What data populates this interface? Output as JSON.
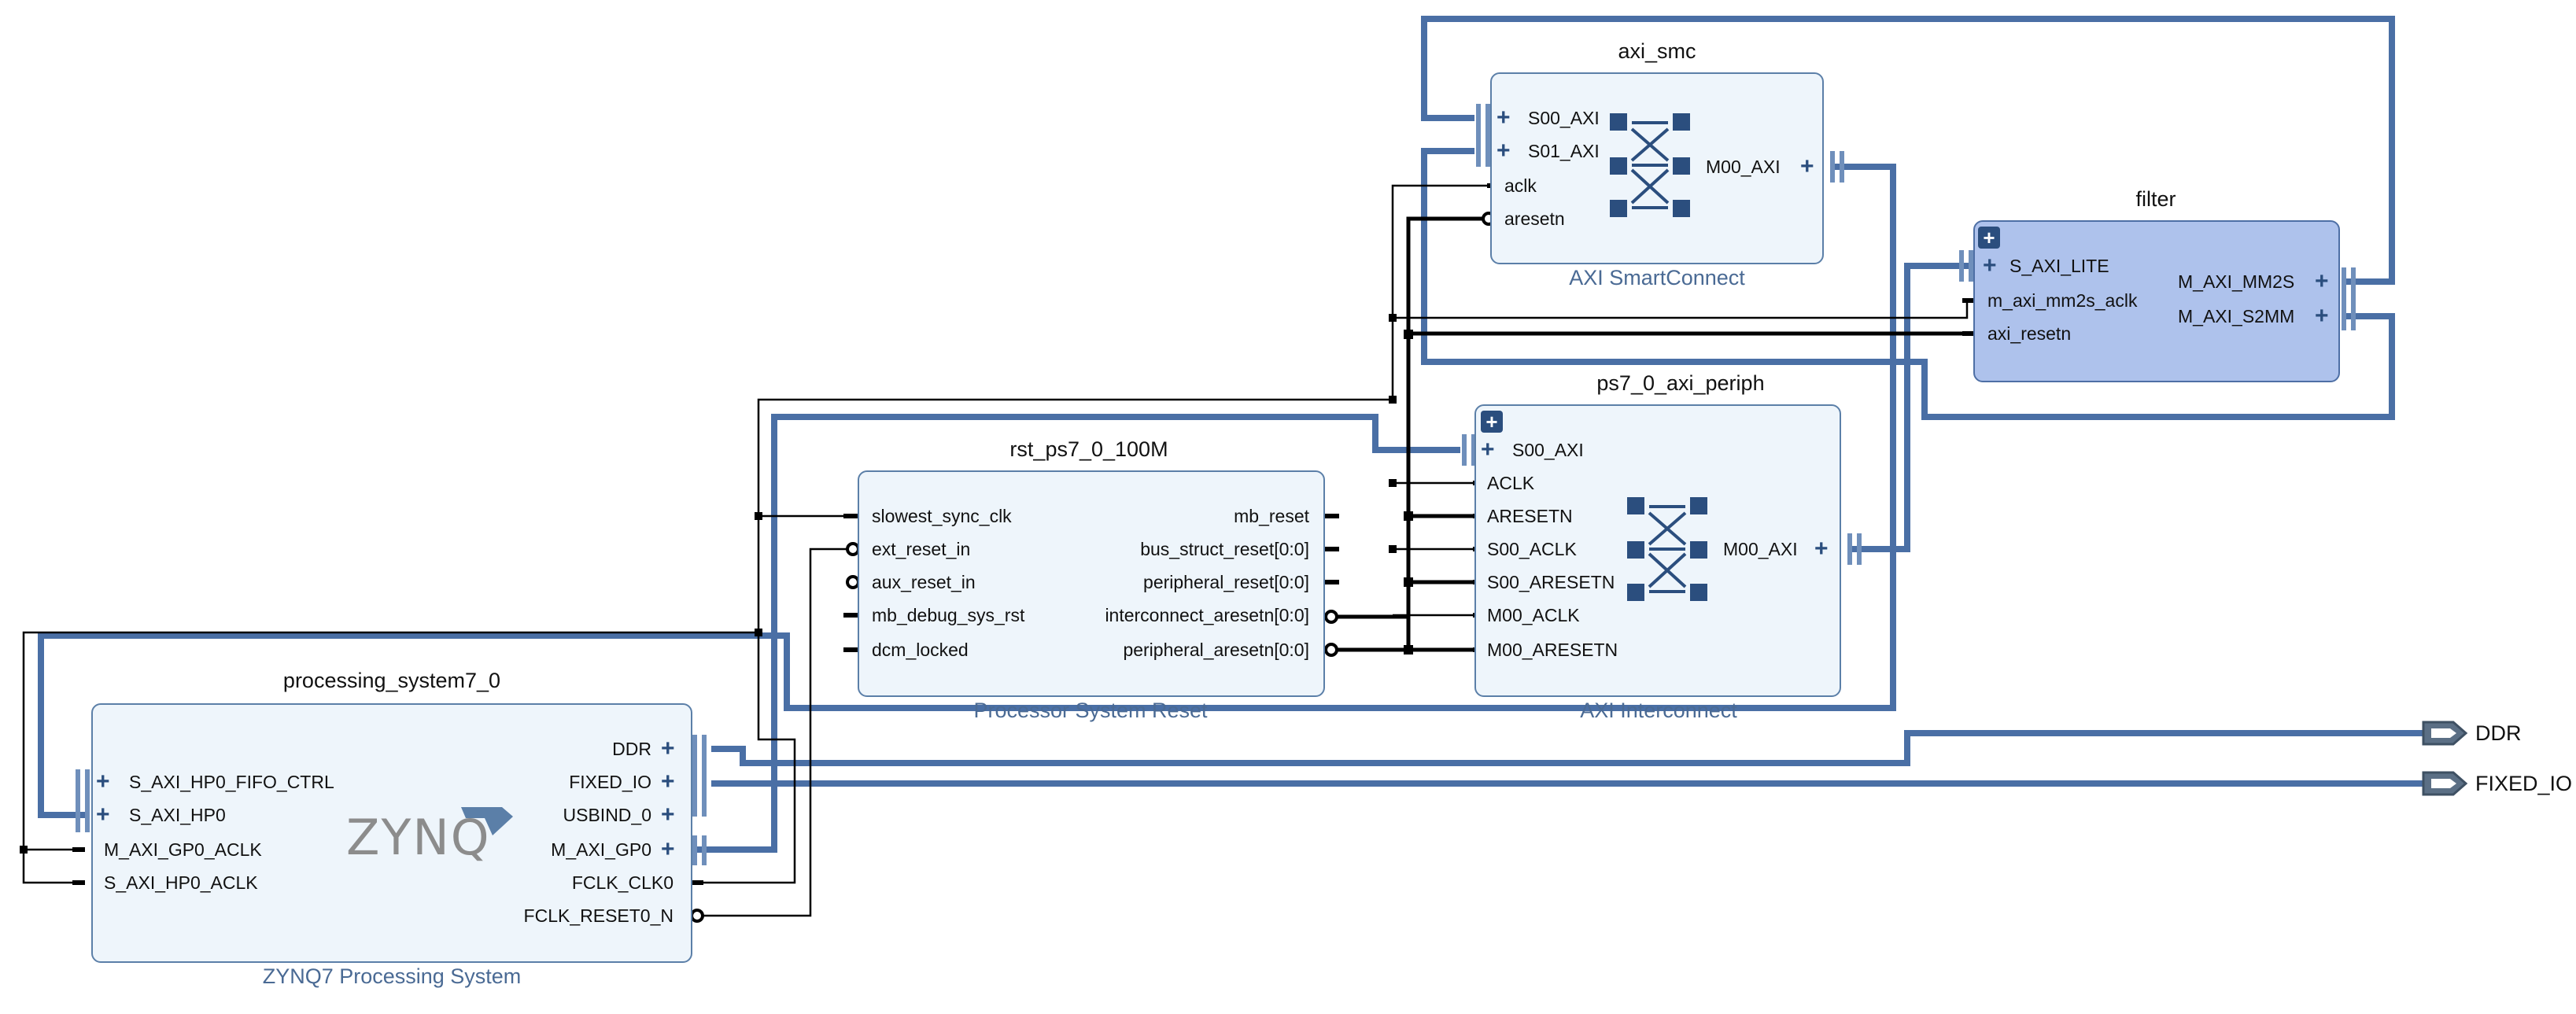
{
  "blocks": {
    "axi_smc": {
      "instance": "axi_smc",
      "type_label": "AXI SmartConnect",
      "left_ports": [
        "S00_AXI",
        "S01_AXI",
        "aclk",
        "aresetn"
      ],
      "right_ports": [
        "M00_AXI"
      ]
    },
    "filter": {
      "instance": "filter",
      "left_ports": [
        "S_AXI_LITE",
        "m_axi_mm2s_aclk",
        "axi_resetn"
      ],
      "right_ports": [
        "M_AXI_MM2S",
        "M_AXI_S2MM"
      ]
    },
    "ps7_0_axi_periph": {
      "instance": "ps7_0_axi_periph",
      "type_label": "AXI Interconnect",
      "left_ports": [
        "S00_AXI",
        "ACLK",
        "ARESETN",
        "S00_ACLK",
        "S00_ARESETN",
        "M00_ACLK",
        "M00_ARESETN"
      ],
      "right_ports": [
        "M00_AXI"
      ]
    },
    "rst_ps7_0_100M": {
      "instance": "rst_ps7_0_100M",
      "type_label": "Processor System Reset",
      "left_ports": [
        "slowest_sync_clk",
        "ext_reset_in",
        "aux_reset_in",
        "mb_debug_sys_rst",
        "dcm_locked"
      ],
      "right_ports": [
        "mb_reset",
        "bus_struct_reset[0:0]",
        "peripheral_reset[0:0]",
        "interconnect_aresetn[0:0]",
        "peripheral_aresetn[0:0]"
      ]
    },
    "processing_system7_0": {
      "instance": "processing_system7_0",
      "type_label": "ZYNQ7 Processing System",
      "logo": "ZYNQ",
      "left_ports": [
        "S_AXI_HP0_FIFO_CTRL",
        "S_AXI_HP0",
        "M_AXI_GP0_ACLK",
        "S_AXI_HP0_ACLK"
      ],
      "right_ports": [
        "DDR",
        "FIXED_IO",
        "USBIND_0",
        "M_AXI_GP0",
        "FCLK_CLK0",
        "FCLK_RESET0_N"
      ]
    }
  },
  "external_ports": [
    "DDR",
    "FIXED_IO"
  ],
  "colors": {
    "block_fill": "#eef5fb",
    "block_border": "#5b7fa8",
    "highlight_fill": "#aec2ec",
    "bus_wire": "#4a6fa5",
    "net_wire": "#000000",
    "subtitle": "#4a6a94"
  },
  "icons": [
    "plus-icon",
    "expand-icon",
    "crossbar-icon",
    "interface-pin-icon",
    "inverted-pin-icon",
    "external-port-arrow-icon",
    "zynq-logo-icon"
  ]
}
